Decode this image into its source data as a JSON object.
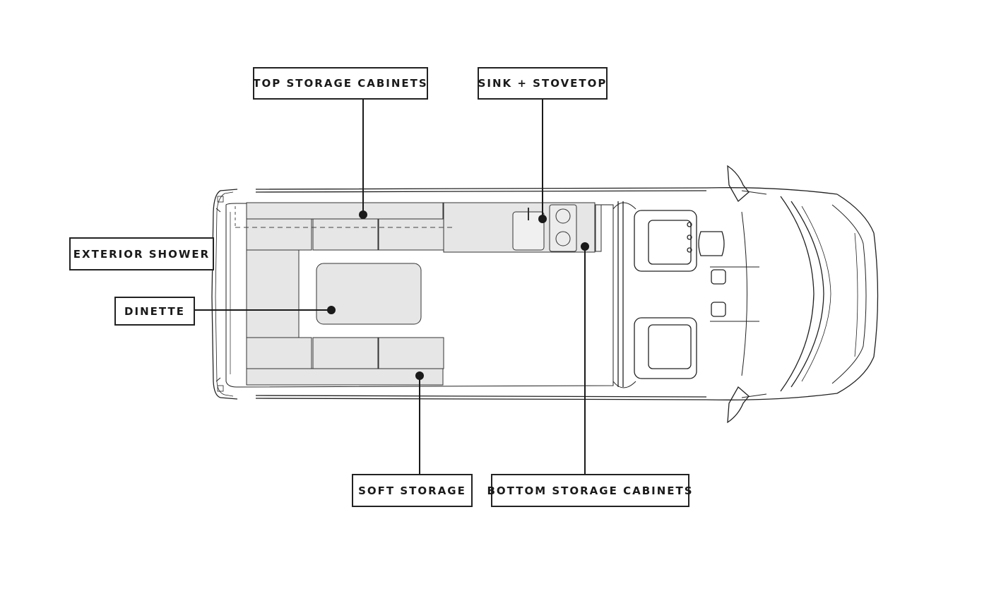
{
  "labels": {
    "top_storage_cabinets": "TOP STORAGE CABINETS",
    "sink_stovetop": "SINK + STOVETOP",
    "exterior_shower": "EXTERIOR SHOWER",
    "dinette": "DINETTE",
    "soft_storage": "SOFT STORAGE",
    "bottom_storage_cabinets": "BOTTOM STORAGE CABINETS"
  },
  "colors": {
    "outline": "#222222",
    "furniture_fill": "#e6e6e6",
    "background": "#ffffff"
  }
}
